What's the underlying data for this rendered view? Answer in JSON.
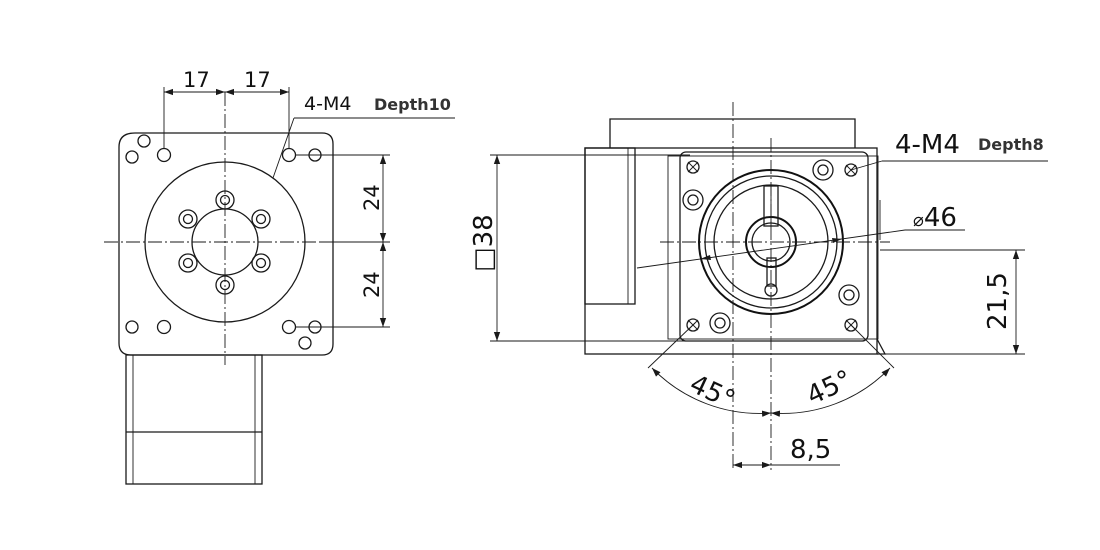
{
  "front_view": {
    "dim_left_17": "17",
    "dim_right_17": "17",
    "dim_upper_24": "24",
    "dim_lower_24": "24",
    "hole_note_prefix": "4-M4",
    "hole_note_depth": "Depth10"
  },
  "side_view": {
    "hole_note_prefix": "4-M4",
    "hole_note_depth": "Depth8",
    "diameter_symbol": "⌀",
    "diameter_value": "46",
    "square_symbol": "□",
    "square_value": "38",
    "dim_height": "21,5",
    "angle_left": "45°",
    "angle_right": "45°",
    "dim_offset": "8,5"
  }
}
